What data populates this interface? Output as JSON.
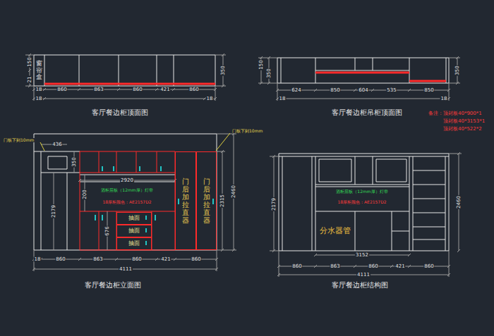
{
  "diagram": {
    "nodes": [
      {
        "text": [
          "窗帘盒"
        ]
      },
      {
        "text": [
          "抽面"
        ]
      },
      {
        "text": [
          "抽面"
        ]
      },
      {
        "text": [
          "抽面"
        ]
      },
      {
        "text": [
          "门后加拉直器"
        ]
      },
      {
        "text": [
          "门后加拉直器"
        ]
      },
      {
        "text": [
          "分水器管"
        ]
      }
    ],
    "labels": [
      "150",
      "21",
      "350",
      "18",
      "860",
      "863",
      "860",
      "421",
      "860",
      "18",
      "18",
      "客厅餐边柜顶面图",
      "150",
      "350",
      "350",
      "624",
      "850",
      "604",
      "535",
      "850",
      "18",
      "18",
      "客厅餐边柜吊柜顶面图",
      "备注：顶封板40*900*1",
      "顶封板40*3153*1",
      "顶封板40*522*2",
      "门板下到10mm",
      "门板下到10mm",
      "436",
      "350",
      "2920",
      "酒柜层板（12mm厚）灯带",
      "18厚柜颜色：AE2157D2",
      "200",
      "2179",
      "676",
      "2315",
      "2460",
      "18",
      "860",
      "863",
      "860",
      "421",
      "860",
      "4111",
      "客厅餐边柜立面图",
      "酒柜层板（12mm厚）灯带",
      "18厚柜颜色：AE2157D2",
      "3152",
      "2460",
      "2179",
      "860",
      "863",
      "860",
      "421",
      "860",
      "4111",
      "客厅餐边柜结构图"
    ]
  }
}
